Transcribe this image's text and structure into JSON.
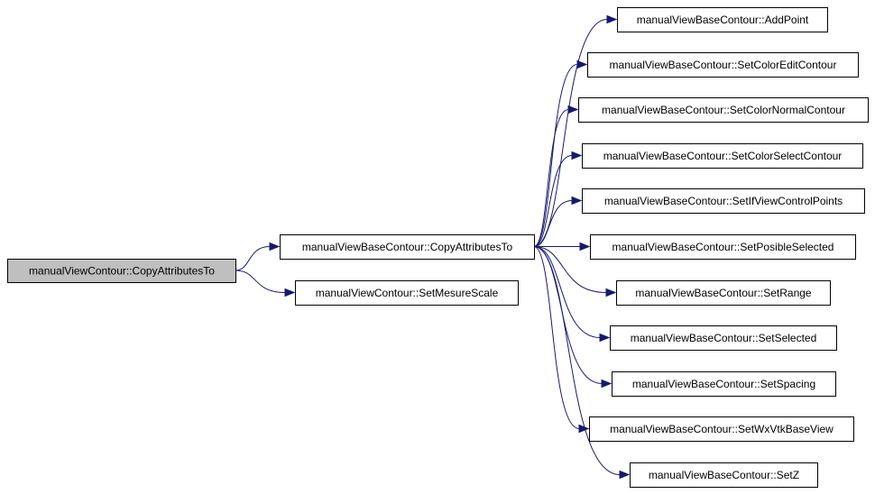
{
  "colors": {
    "edge": "#191970",
    "node_fill": "#ffffff",
    "root_fill": "#bfbfbf",
    "border": "#000000"
  },
  "nodes": [
    {
      "id": "root",
      "label": "manualViewContour::CopyAttributesTo",
      "highlighted": true
    },
    {
      "id": "base_copy",
      "label": "manualViewBaseContour::CopyAttributesTo"
    },
    {
      "id": "set_mesure",
      "label": "manualViewContour::SetMesureScale"
    },
    {
      "id": "add_point",
      "label": "manualViewBaseContour::AddPoint"
    },
    {
      "id": "set_color_edit",
      "label": "manualViewBaseContour::SetColorEditContour"
    },
    {
      "id": "set_color_normal",
      "label": "manualViewBaseContour::SetColorNormalContour"
    },
    {
      "id": "set_color_select",
      "label": "manualViewBaseContour::SetColorSelectContour"
    },
    {
      "id": "set_if_view",
      "label": "manualViewBaseContour::SetIfViewControlPoints"
    },
    {
      "id": "set_posible",
      "label": "manualViewBaseContour::SetPosibleSelected"
    },
    {
      "id": "set_range",
      "label": "manualViewBaseContour::SetRange"
    },
    {
      "id": "set_selected",
      "label": "manualViewBaseContour::SetSelected"
    },
    {
      "id": "set_spacing",
      "label": "manualViewBaseContour::SetSpacing"
    },
    {
      "id": "set_wx",
      "label": "manualViewBaseContour::SetWxVtkBaseView"
    },
    {
      "id": "set_z",
      "label": "manualViewBaseContour::SetZ"
    }
  ],
  "edges": [
    {
      "from": "root",
      "to": "base_copy"
    },
    {
      "from": "root",
      "to": "set_mesure"
    },
    {
      "from": "base_copy",
      "to": "add_point"
    },
    {
      "from": "base_copy",
      "to": "set_color_edit"
    },
    {
      "from": "base_copy",
      "to": "set_color_normal"
    },
    {
      "from": "base_copy",
      "to": "set_color_select"
    },
    {
      "from": "base_copy",
      "to": "set_if_view"
    },
    {
      "from": "base_copy",
      "to": "set_posible"
    },
    {
      "from": "base_copy",
      "to": "set_range"
    },
    {
      "from": "base_copy",
      "to": "set_selected"
    },
    {
      "from": "base_copy",
      "to": "set_spacing"
    },
    {
      "from": "base_copy",
      "to": "set_wx"
    },
    {
      "from": "base_copy",
      "to": "set_z"
    }
  ]
}
